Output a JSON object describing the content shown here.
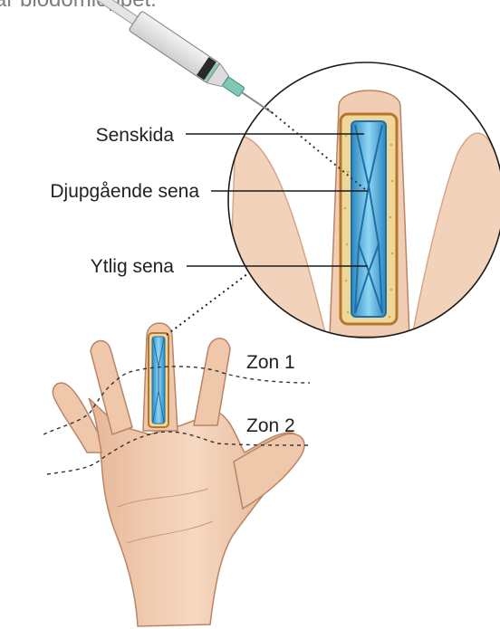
{
  "caption_fragment": "ar blodomloppet.",
  "labels": {
    "tendon_sheath": "Senskida",
    "deep_tendon": "Djupgående sena",
    "superficial_tendon": "Ytlig sena",
    "zone_1": "Zon 1",
    "zone_2": "Zon 2"
  },
  "colors": {
    "skin": "#f1cdb2",
    "skin_shadow": "#d9a585",
    "skin_outline": "#b98466",
    "tendon_blue": "#6cc0e8",
    "tendon_dark": "#1f6fa6",
    "sheath_fill": "#efd79a",
    "sheath_border": "#b5762c",
    "syringe_fluid": "#8cc8b8"
  }
}
